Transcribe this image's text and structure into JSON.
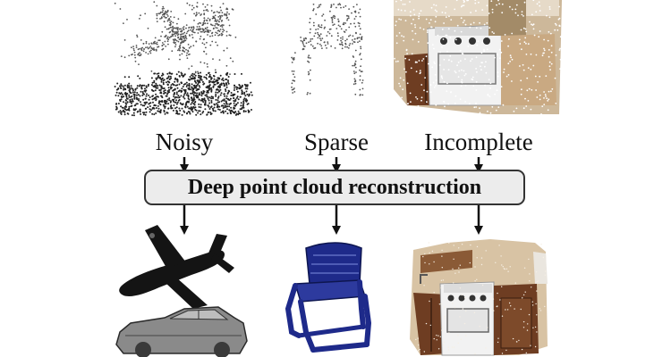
{
  "inputs": [
    {
      "label": "Noisy"
    },
    {
      "label": "Sparse"
    },
    {
      "label": "Incomplete"
    }
  ],
  "process": {
    "label": "Deep point cloud reconstruction"
  },
  "colors": {
    "text": "#111111",
    "box_fill": "#ececec",
    "box_border": "#333333",
    "arrow": "#111111",
    "recon_chair": "#1e2a8a",
    "recon_dark": "#141414",
    "kitchen_wood": "#6e3d22",
    "kitchen_wall": "#d8c3a4",
    "kitchen_stove": "#f2f2f2"
  }
}
